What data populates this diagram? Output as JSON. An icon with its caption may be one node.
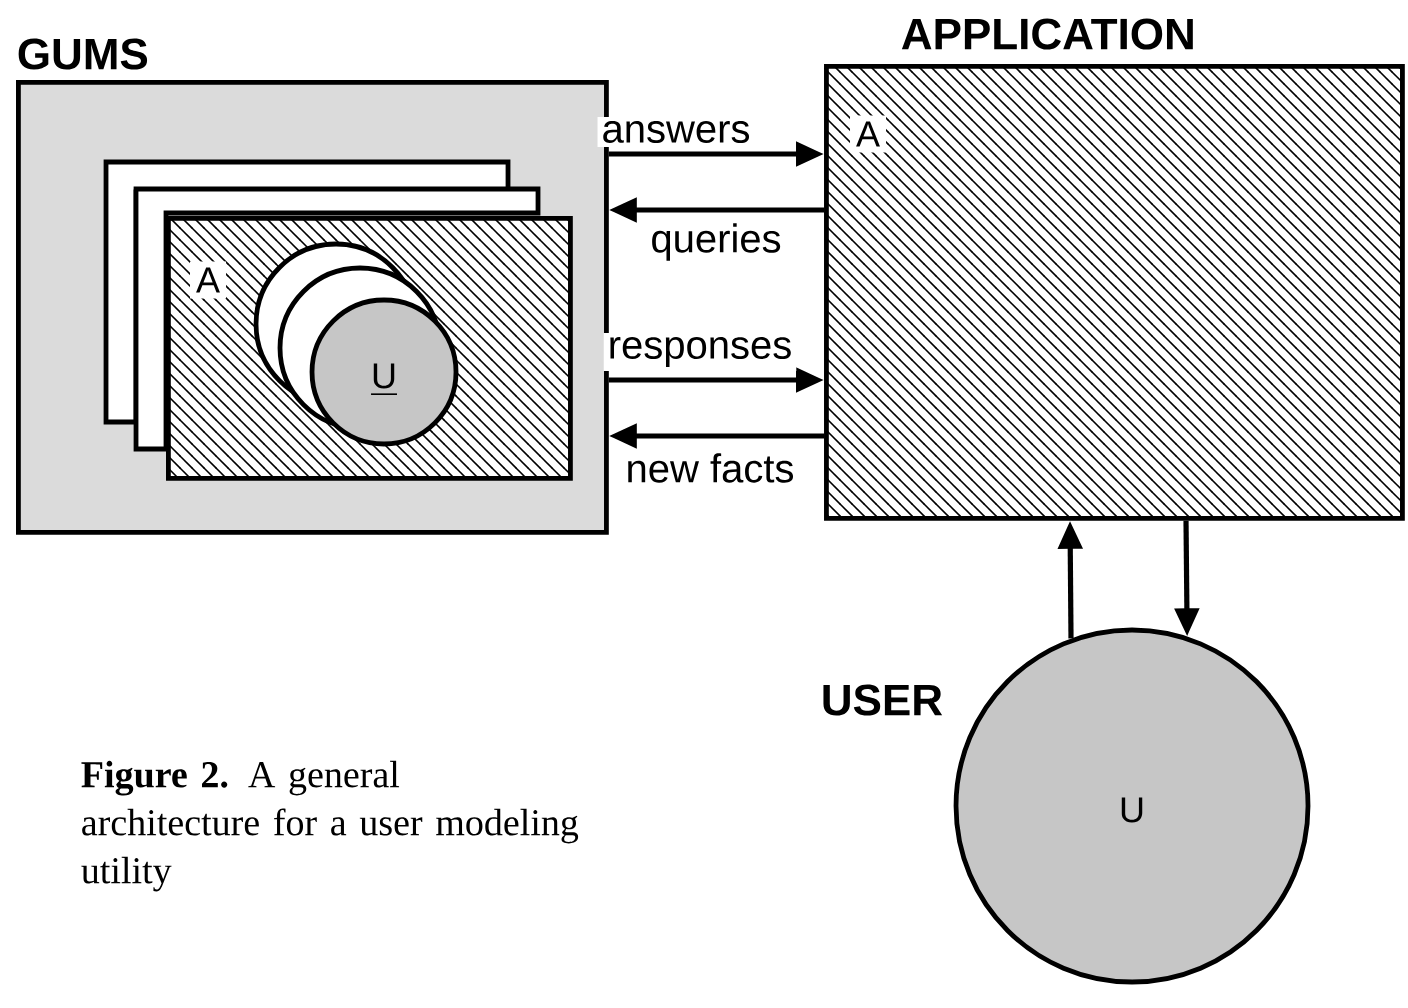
{
  "diagram": {
    "caption": "**Figure 2.** A general architecture for a user modeling utility",
    "nodes": [
      {
        "text": [
          "GUMS"
        ]
      },
      {
        "text": [
          "A"
        ],
        "in": 0
      },
      {
        "text": [
          "U"
        ],
        "in": 1
      },
      {
        "text": [
          "APPLICATION",
          "A"
        ]
      },
      {
        "text": [
          "USER",
          "U"
        ]
      }
    ],
    "edges": [
      {
        "from": 0,
        "to": 3,
        "arrow": "to",
        "label": "answers"
      },
      {
        "from": 3,
        "to": 0,
        "arrow": "to",
        "label": "queries"
      },
      {
        "from": 0,
        "to": 3,
        "arrow": "to",
        "label": "responses"
      },
      {
        "from": 3,
        "to": 0,
        "arrow": "to",
        "label": "new facts"
      },
      {
        "from": 4,
        "to": 3,
        "arrow": "to"
      },
      {
        "from": 3,
        "to": 4,
        "arrow": "to"
      }
    ]
  }
}
